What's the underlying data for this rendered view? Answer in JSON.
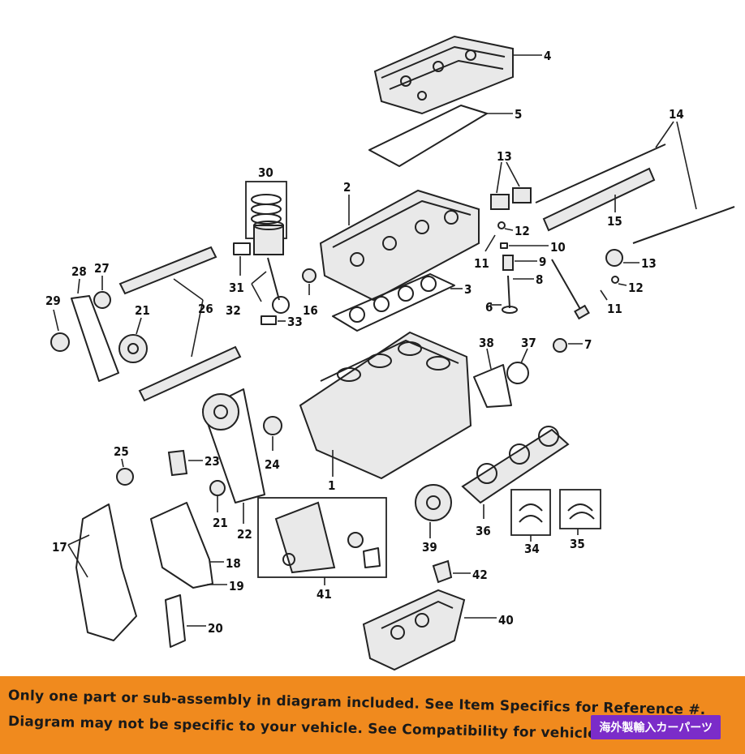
{
  "banner": {
    "line1": "Only one part or sub-assembly in diagram included. See Item Specifics for Reference #.",
    "line2": "Diagram may not be specific to your vehicle. See Compatibility for vehicle-s"
  },
  "shop_badge": "海外製輸入カーパーツ",
  "callouts": {
    "c1": "1",
    "c2": "2",
    "c3": "3",
    "c4": "4",
    "c5": "5",
    "c6": "6",
    "c7": "7",
    "c8": "8",
    "c9": "9",
    "c10": "10",
    "c11a": "11",
    "c11b": "11",
    "c12a": "12",
    "c12b": "12",
    "c13a": "13",
    "c13b": "13",
    "c14": "14",
    "c15": "15",
    "c16": "16",
    "c17": "17",
    "c18": "18",
    "c19": "19",
    "c20": "20",
    "c21a": "21",
    "c21b": "21",
    "c22": "22",
    "c23": "23",
    "c24": "24",
    "c25": "25",
    "c26": "26",
    "c27": "27",
    "c28": "28",
    "c29": "29",
    "c30": "30",
    "c31": "31",
    "c32": "32",
    "c33": "33",
    "c34": "34",
    "c35": "35",
    "c36": "36",
    "c37": "37",
    "c38": "38",
    "c39": "39",
    "c40": "40",
    "c41": "41",
    "c42": "42"
  }
}
